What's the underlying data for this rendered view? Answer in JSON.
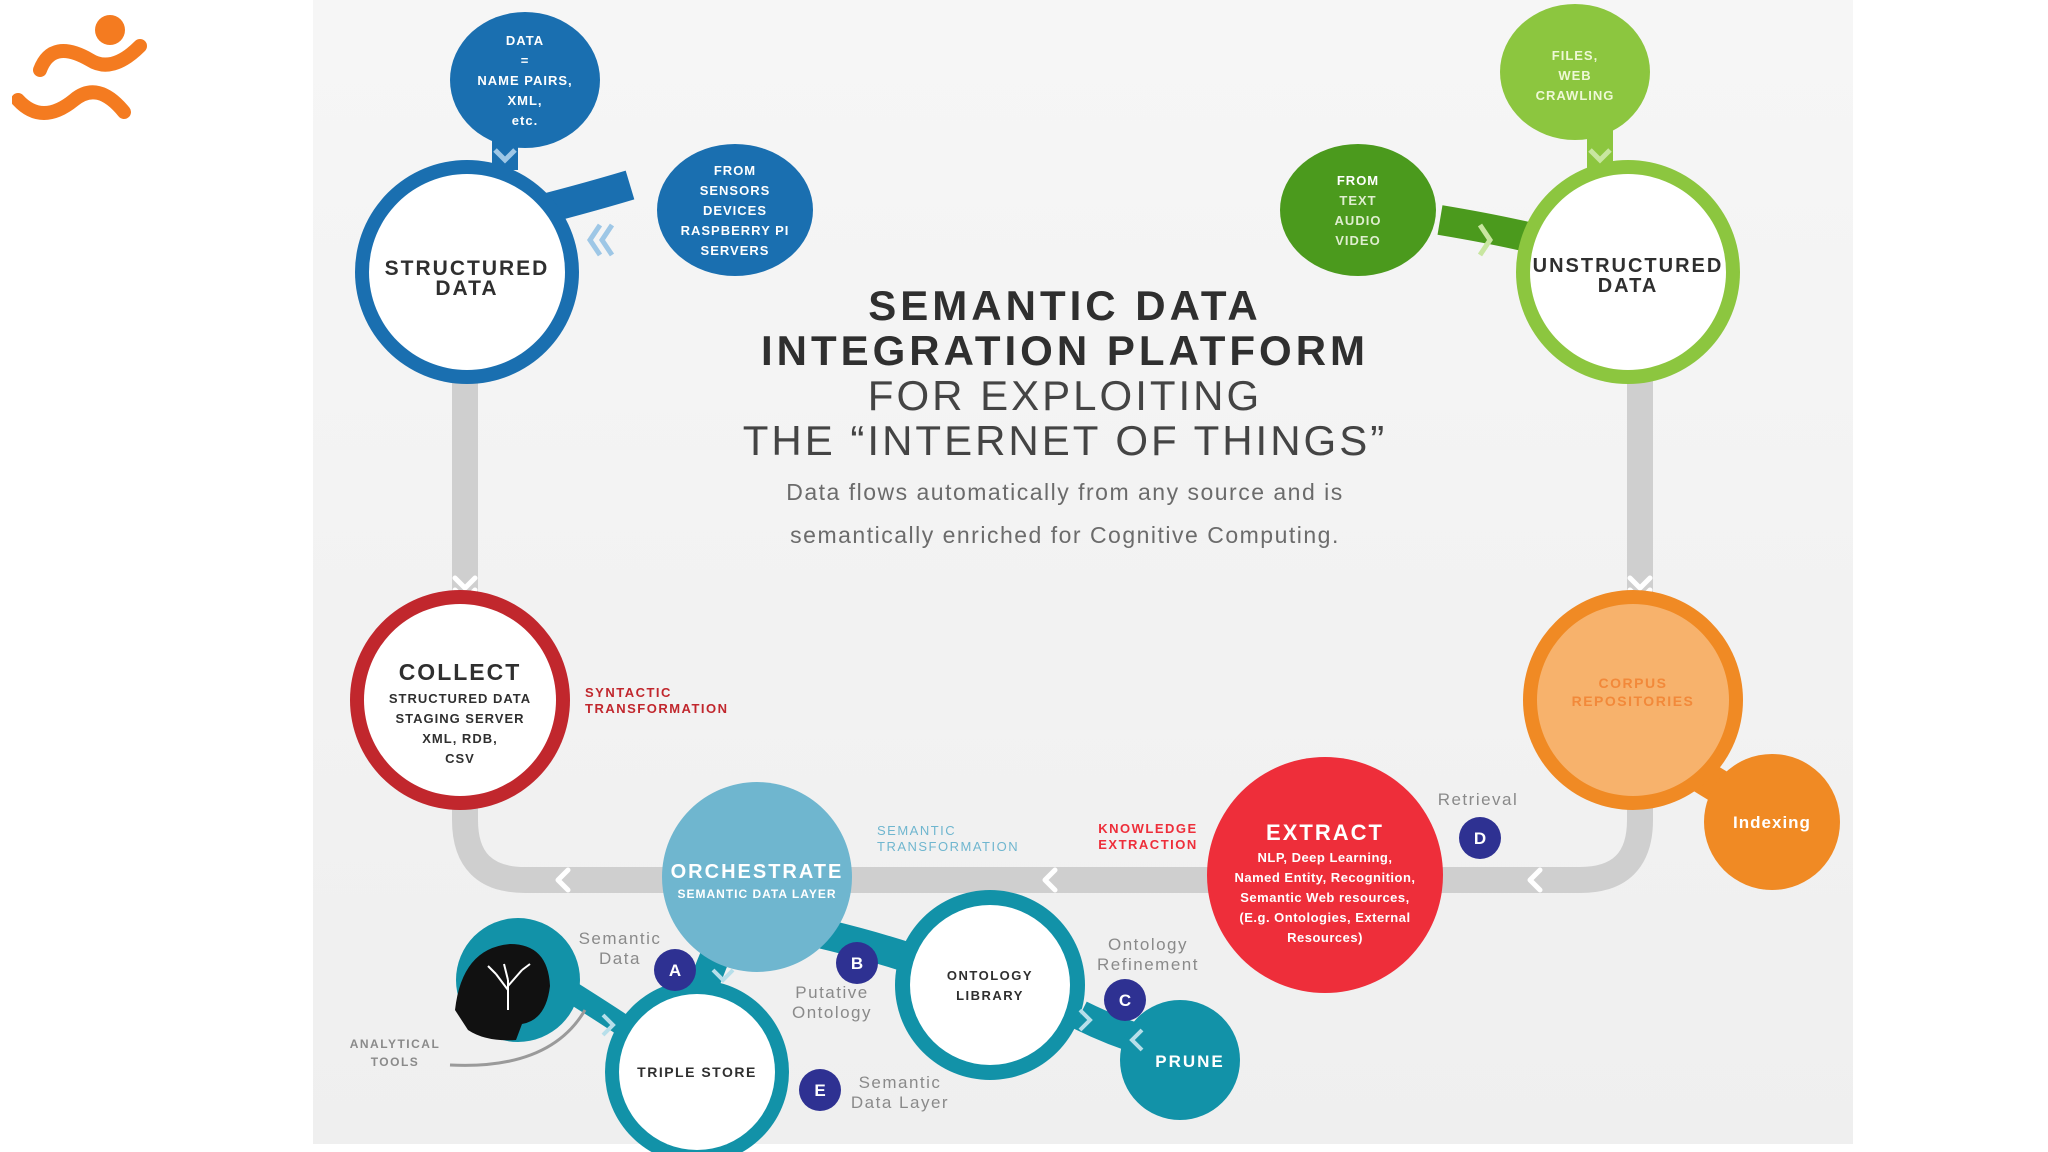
{
  "title": {
    "line1": "SEMANTIC DATA",
    "line2": "INTEGRATION PLATFORM",
    "line3": "FOR EXPLOITING",
    "line4": "THE “INTERNET OF THINGS”"
  },
  "subtitle": {
    "line1": "Data flows automatically from any source and is",
    "line2": "semantically enriched for Cognitive Computing."
  },
  "structured": {
    "label1": "STRUCTURED",
    "label2": "DATA",
    "bubble_data": [
      "DATA",
      "=",
      "NAME PAIRS,",
      "XML,",
      "etc."
    ],
    "bubble_sensors": [
      "FROM",
      "SENSORS",
      "DEVICES",
      "RASPBERRY PI",
      "SERVERS"
    ]
  },
  "unstructured": {
    "label1": "UNSTRUCTURED",
    "label2": "DATA",
    "bubble_files": [
      "FILES,",
      "WEB",
      "CRAWLING"
    ],
    "bubble_text": [
      "FROM",
      "TEXT",
      "AUDIO",
      "VIDEO"
    ]
  },
  "collect": {
    "title": "COLLECT",
    "lines": [
      "STRUCTURED DATA",
      "STAGING SERVER",
      "XML, RDB,",
      "CSV"
    ],
    "transform": [
      "SYNTACTIC",
      "TRANSFORMATION"
    ]
  },
  "corpus": {
    "lines": [
      "CORPUS",
      "REPOSITORIES"
    ],
    "indexing": "Indexing"
  },
  "extract": {
    "title": "EXTRACT",
    "lines": [
      "NLP, Deep Learning,",
      "Named Entity, Recognition,",
      "Semantic Web resources,",
      "(E.g. Ontologies, External",
      "Resources)"
    ],
    "knowledge": [
      "KNOWLEDGE",
      "EXTRACTION"
    ],
    "retrieval": "Retrieval"
  },
  "orchestrate": {
    "title": "ORCHESTRATE",
    "sub": "SEMANTIC DATA LAYER",
    "transform": [
      "SEMANTIC",
      "TRANSFORMATION"
    ]
  },
  "ontology": {
    "lines": [
      "ONTOLOGY",
      "LIBRARY"
    ]
  },
  "prune": "PRUNE",
  "triple_store": "TRIPLE STORE",
  "analytical": [
    "ANALYTICAL",
    "TOOLS"
  ],
  "badges": {
    "a": "A",
    "b": "B",
    "c": "C",
    "d": "D",
    "e": "E"
  },
  "badge_labels": {
    "a": [
      "Semantic",
      "Data"
    ],
    "b": [
      "Putative",
      "Ontology"
    ],
    "c": [
      "Ontology",
      "Refinement"
    ],
    "e": [
      "Semantic",
      "Data Layer"
    ]
  },
  "colors": {
    "structured": "#1a6fb0",
    "unstructured": "#8cc63f",
    "collect": "#c1272d",
    "corpus": "#f08a24",
    "extract": "#ee2e3a",
    "orchestrate": "#6fb6cf",
    "teal": "#1292a8",
    "badge": "#2e3192",
    "track": "#cfcfcf"
  }
}
